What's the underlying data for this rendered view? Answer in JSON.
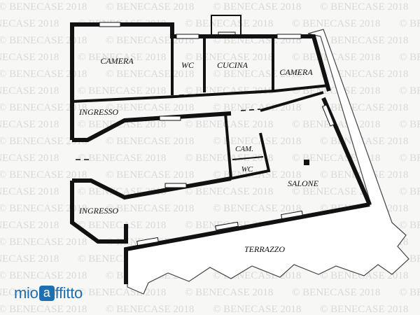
{
  "watermark": {
    "text": "© BENECASE 2018"
  },
  "rooms": [
    {
      "id": "camera-1",
      "label": "CAMERA"
    },
    {
      "id": "wc-1",
      "label": "WC"
    },
    {
      "id": "cucina",
      "label": "CUCINA"
    },
    {
      "id": "camera-2",
      "label": "CAMERA"
    },
    {
      "id": "ingresso-1",
      "label": "INGRESSO"
    },
    {
      "id": "cam-small",
      "label": "CAM."
    },
    {
      "id": "wc-2",
      "label": "WC"
    },
    {
      "id": "salone",
      "label": "SALONE"
    },
    {
      "id": "ingresso-2",
      "label": "INGRESSO"
    },
    {
      "id": "terrazzo",
      "label": "TERRAZZO"
    }
  ],
  "logo": {
    "prefix": "mio",
    "badge": "a",
    "suffix": "ffitto"
  },
  "colors": {
    "wall": "#111111",
    "background": "#f7f7f5",
    "watermark": "#d9d9d6",
    "logo": "#1d6fb0"
  }
}
